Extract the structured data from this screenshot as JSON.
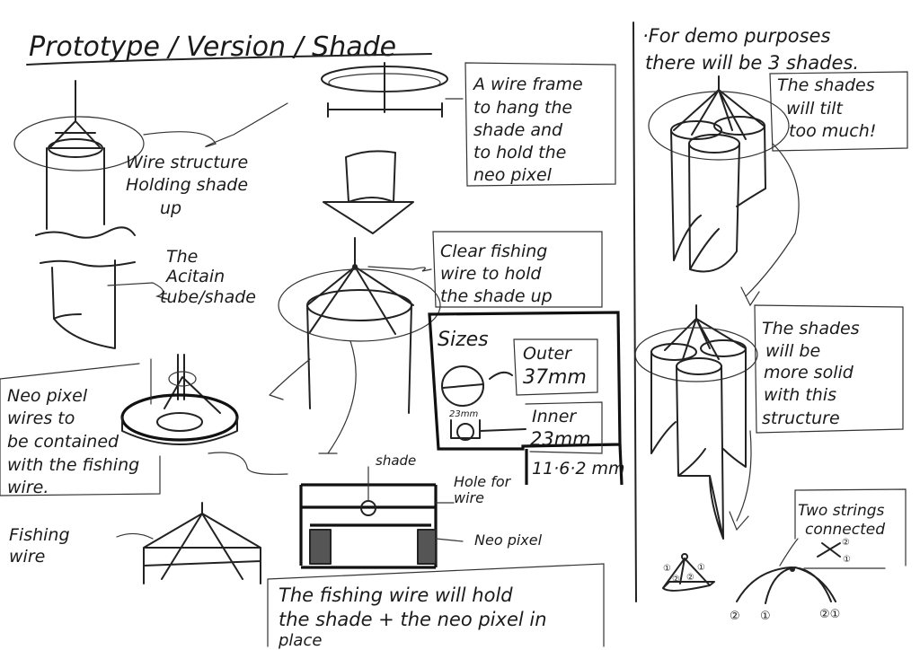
{
  "title": "Prototype / Version / Shade",
  "notes": {
    "wire_structure": [
      "Wire structure",
      "Holding shade",
      "up"
    ],
    "tube": [
      "The",
      "Acitain",
      "tube/shade"
    ],
    "neo_wires": [
      "Neo pixel",
      "wires to",
      "be contained",
      "with the fishing",
      "wire."
    ],
    "fishing_wire": [
      "Fishing",
      "wire"
    ],
    "wire_frame": [
      "A wire frame",
      "to hang the",
      "shade and",
      "to hold the",
      "neo pixel"
    ],
    "clear_wire": [
      "Clear fishing",
      "wire to hold",
      "the shade up"
    ],
    "shade_label": "shade",
    "hole": [
      "Hole for",
      "wire"
    ],
    "neo_pixel_label": "Neo pixel",
    "conclusion": [
      "The fishing wire will hold",
      "the shade + the neo pixel in",
      "place"
    ],
    "demo": [
      "·For demo purposes",
      "there will be 3 shades."
    ],
    "tilt": [
      "The shades",
      "will tilt",
      "too much!"
    ],
    "solid": [
      "The shades",
      "will be",
      "more solid",
      "with this",
      "structure"
    ],
    "strings": [
      "Two strings",
      "connected"
    ]
  },
  "sizes": {
    "heading": "Sizes",
    "outer_label": "Outer",
    "outer_value": "37mm",
    "inner_label": "Inner",
    "inner_value": "23mm",
    "small_dim": "23mm",
    "height": "11·6·2 mm"
  },
  "string_markers": [
    "①",
    "②",
    "②",
    "①",
    "②",
    "①",
    "②①"
  ]
}
